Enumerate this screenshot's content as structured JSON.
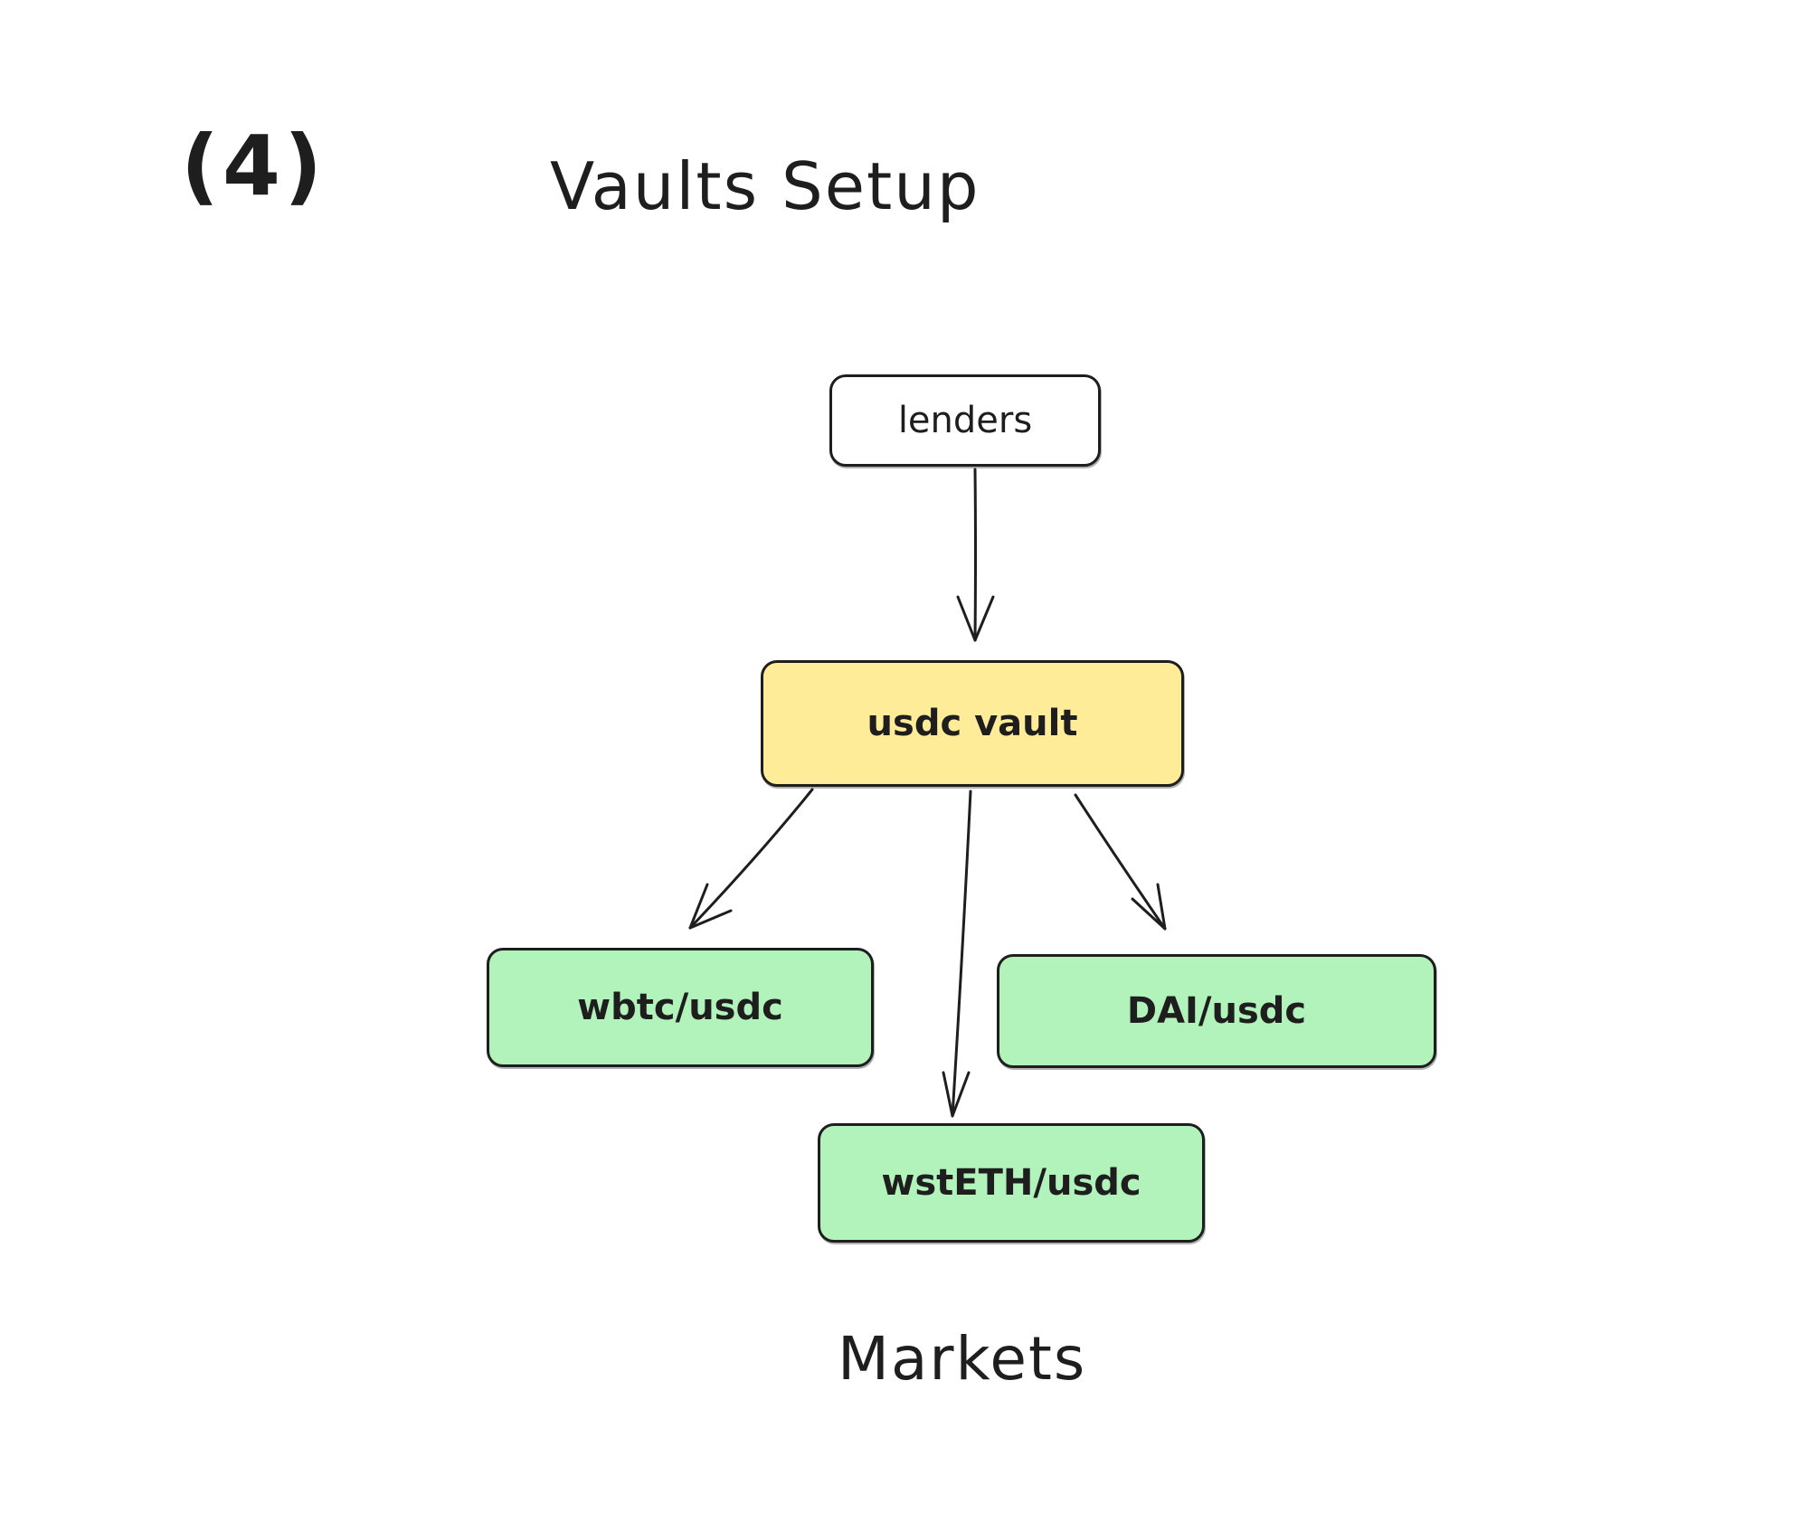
{
  "diagram": {
    "step_number": "(4)",
    "title": "Vaults Setup",
    "section_label": "Markets",
    "colors": {
      "stroke": "#1e1e1e",
      "lenders_fill": "#ffffff",
      "vault_fill": "#ffec99",
      "market_fill": "#b2f2bb"
    },
    "nodes": {
      "lenders": {
        "label": "lenders"
      },
      "vault": {
        "label": "usdc vault"
      },
      "market_wbtc": {
        "label": "wbtc/usdc"
      },
      "market_dai": {
        "label": "DAI/usdc"
      },
      "market_wsteth": {
        "label": "wstETH/usdc"
      }
    },
    "edges": [
      {
        "from": "lenders",
        "to": "usdc vault"
      },
      {
        "from": "usdc vault",
        "to": "wbtc/usdc"
      },
      {
        "from": "usdc vault",
        "to": "wstETH/usdc"
      },
      {
        "from": "usdc vault",
        "to": "DAI/usdc"
      }
    ]
  }
}
